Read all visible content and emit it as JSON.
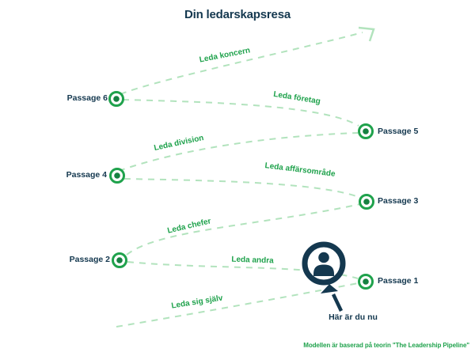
{
  "title": "Din ledarskapsresa",
  "footnote": "Modellen är baserad på teorin \"The Leadership Pipeline\"",
  "you_are_here": {
    "label": "Här är du nu"
  },
  "passages": [
    {
      "label": "Passage 1"
    },
    {
      "label": "Passage 2"
    },
    {
      "label": "Passage 3"
    },
    {
      "label": "Passage 4"
    },
    {
      "label": "Passage 5"
    },
    {
      "label": "Passage 6"
    }
  ],
  "stages": [
    {
      "label": "Leda sig själv"
    },
    {
      "label": "Leda andra"
    },
    {
      "label": "Leda chefer"
    },
    {
      "label": "Leda affärsområde"
    },
    {
      "label": "Leda division"
    },
    {
      "label": "Leda företag"
    },
    {
      "label": "Leda koncern"
    }
  ],
  "colors": {
    "navy": "#14384F",
    "green": "#1FA24C",
    "green_dark_dot": "#168141",
    "light_green": "#B2E3BD",
    "background": "#FFFFFF"
  }
}
